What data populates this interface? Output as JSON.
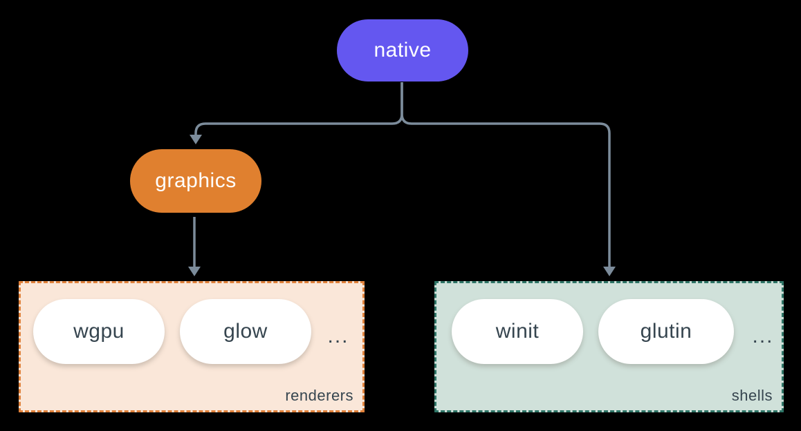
{
  "diagram": {
    "nodes": {
      "native": {
        "label": "native",
        "fill": "#6457f0",
        "text_color": "#ffffff"
      },
      "graphics": {
        "label": "graphics",
        "fill": "#e0802f",
        "text_color": "#ffffff"
      }
    },
    "groups": {
      "renderers": {
        "label": "renderers",
        "fill": "#fae7d9",
        "border_color": "#e0813a",
        "items": [
          "wgpu",
          "glow"
        ],
        "ellipsis": "..."
      },
      "shells": {
        "label": "shells",
        "fill": "#d0e1da",
        "border_color": "#2e7466",
        "items": [
          "winit",
          "glutin"
        ],
        "ellipsis": "..."
      }
    },
    "edges": [
      {
        "from": "native",
        "to": "graphics"
      },
      {
        "from": "native",
        "to": "shells"
      },
      {
        "from": "graphics",
        "to": "renderers"
      }
    ],
    "colors": {
      "background": "#000000",
      "connector": "#7c8c9b",
      "item_fill": "#ffffff",
      "item_text": "#36454f"
    }
  }
}
